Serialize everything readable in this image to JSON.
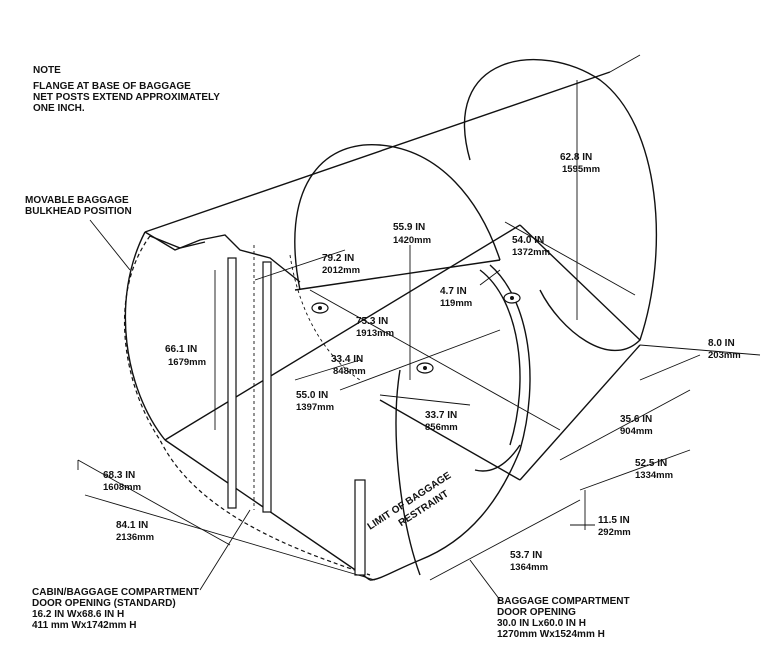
{
  "note": {
    "title": "NOTE",
    "lines": [
      "FLANGE AT BASE OF BAGGAGE",
      "NET POSTS EXTEND APPROXIMATELY",
      "ONE INCH."
    ]
  },
  "labels": {
    "bulkhead": [
      "MOVABLE BAGGAGE",
      "BULKHEAD POSITION"
    ],
    "limit": [
      "LIMIT OF BAGGAGE",
      "RESTRAINT"
    ],
    "cabin_door": [
      "CABIN/BAGGAGE COMPARTMENT",
      "DOOR OPENING (STANDARD)",
      "16.2 IN Wx68.6 IN H",
      "411 mm Wx1742mm H"
    ],
    "bag_door": [
      "BAGGAGE COMPARTMENT",
      "DOOR OPENING",
      "30.0 IN Lx60.0 IN H",
      "1270mm Wx1524mm H"
    ]
  },
  "dimensions": {
    "d628": [
      "62.8 IN",
      "1595mm"
    ],
    "d559": [
      "55.9 IN",
      "1420mm"
    ],
    "d540": [
      "54.0 IN",
      "1372mm"
    ],
    "d792": [
      "79.2 IN",
      "2012mm"
    ],
    "d47": [
      "4.7 IN",
      "119mm"
    ],
    "d753": [
      "75.3 IN",
      "1913mm"
    ],
    "d661": [
      "66.1 IN",
      "1679mm"
    ],
    "d334": [
      "33.4 IN",
      "848mm"
    ],
    "d550": [
      "55.0 IN",
      "1397mm"
    ],
    "d337": [
      "33.7 IN",
      "856mm"
    ],
    "d80": [
      "8.0 IN",
      "203mm"
    ],
    "d356": [
      "35.6 IN",
      "904mm"
    ],
    "d525": [
      "52.5 IN",
      "1334mm"
    ],
    "d115": [
      "11.5 IN",
      "292mm"
    ],
    "d537": [
      "53.7 IN",
      "1364mm"
    ],
    "d683": [
      "68.3 IN",
      "1608mm"
    ],
    "d841": [
      "84.1 IN",
      "2136mm"
    ]
  }
}
